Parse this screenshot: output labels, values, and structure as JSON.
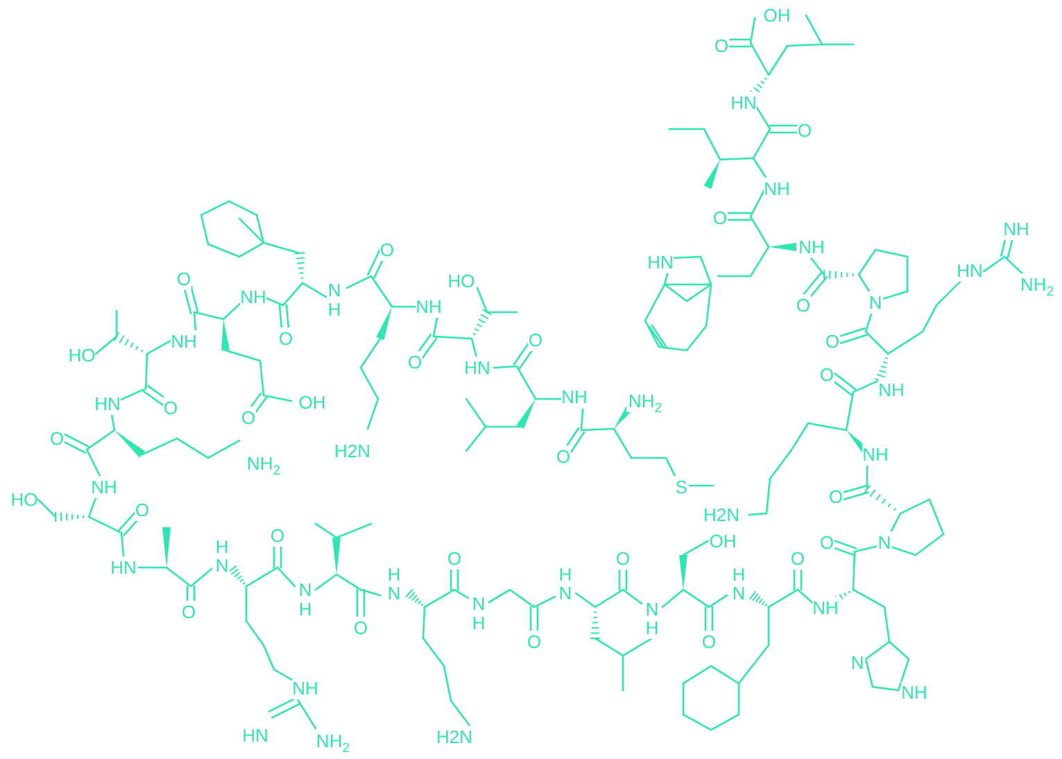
{
  "colors": {
    "ink": "#2ee6b2",
    "background": "#ffffff"
  },
  "atoms": {
    "leu_oh": "OH",
    "leu_o": "O",
    "leu_nh": "HN",
    "ile_o": "O",
    "ile_nh": "NH",
    "trp_o": "O",
    "trp_nh": "NH",
    "trp_ring_hn": "HN",
    "pro1_o": "O",
    "pro1_n": "N",
    "arg1_nh_top": "NH",
    "arg1_hn": "HN",
    "arg1_nh2": "NH2",
    "arg1_o": "O",
    "arg1_nh": "NH",
    "lys1_o": "O",
    "lys1_nh": "NH",
    "lys1_h2n": "H2N",
    "pro2_o": "O",
    "pro2_n": "N",
    "his_o": "O",
    "his_nh": "NH",
    "his_ring_n": "N",
    "his_ring_nh": "NH",
    "phe2_o": "O",
    "phe2_n": "N",
    "phe2_h": "H",
    "ser2_oh": "OH",
    "ser2_o": "O",
    "ser2_n": "N",
    "ser2_h": "H",
    "leu2_o": "O",
    "leu2_n": "N",
    "leu2_h": "H",
    "gly_o": "O",
    "gly_n": "N",
    "gly_h": "H",
    "lys2_o": "O",
    "lys2_n": "N",
    "lys2_h": "H",
    "lys2_h2n": "H2N",
    "val_o": "O",
    "val_n": "N",
    "val_h": "H",
    "arg2_o": "O",
    "arg2_n": "N",
    "arg2_h": "H",
    "arg2_nh": "NH",
    "arg2_hn": "HN",
    "arg2_nh2": "NH2",
    "ala_o": "O",
    "ala_hn": "HN",
    "ser1_o": "O",
    "ser1_ho": "HO",
    "ser1_nh": "NH",
    "lys3_o": "O",
    "lys3_hn": "HN",
    "lys3_nh2": "NH2",
    "thr1_o": "O",
    "thr1_ho": "HO",
    "thr1_nh": "NH",
    "glu_o": "O",
    "glu_nh": "NH",
    "glu_acid_o": "O",
    "glu_acid_oh": "OH",
    "phe1_o": "O",
    "phe1_n": "N",
    "phe1_h": "H",
    "lys4_o": "O",
    "lys4_nh": "NH",
    "lys4_h2n": "H2N",
    "thr2_ho": "HO",
    "thr2_o": "O",
    "thr2_hn": "HN",
    "leu3_o": "O",
    "leu3_nh": "NH",
    "met_nh2": "NH2",
    "met_o": "O",
    "met_s": "S"
  }
}
